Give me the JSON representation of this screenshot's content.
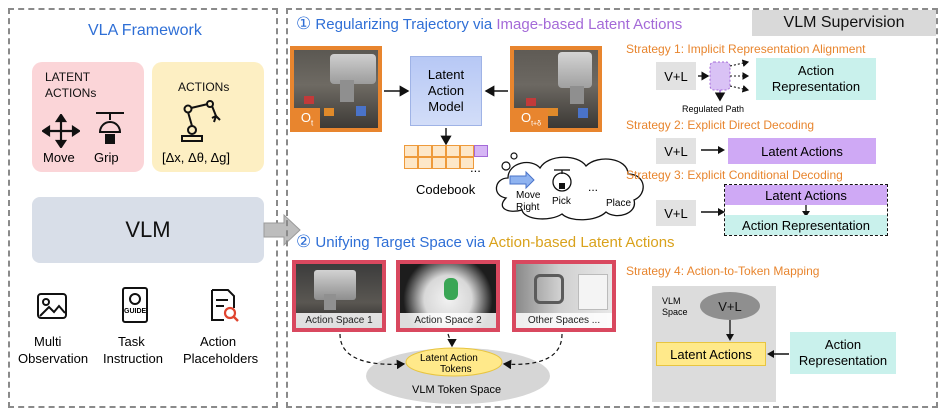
{
  "left_panel": {
    "title": "VLA Framework",
    "latent_actions": {
      "title_line1": "LATENT",
      "title_line2": "ACTIONs",
      "move_label": "Move",
      "grip_label": "Grip"
    },
    "actions": {
      "title": "ACTIONs",
      "formula": "[Δx, Δθ, Δg]"
    },
    "vlm_label": "VLM",
    "inputs": [
      {
        "line1": "Multi",
        "line2": "Observation",
        "icon": "image-icon"
      },
      {
        "line1": "Task",
        "line2": "Instruction",
        "icon": "guide-book-icon",
        "icon_text": "GUIDE"
      },
      {
        "line1": "Action",
        "line2": "Placeholders",
        "icon": "search-document-icon"
      }
    ]
  },
  "section1": {
    "number": "①",
    "title_plain": "Regularizing Trajectory via ",
    "title_highlight": "Image-based Latent Actions",
    "obs_t": "O",
    "obs_t_sub": "t",
    "obs_td": "O",
    "obs_td_sub": "t+δ",
    "lam_lines": [
      "Latent",
      "Action",
      "Model"
    ],
    "codebook_label": "Codebook",
    "codebook_ellipsis": "...",
    "cloud": {
      "move_right_line1": "Move",
      "move_right_line2": "Right",
      "pick": "Pick",
      "ellipsis": "...",
      "place": "Place"
    }
  },
  "section2": {
    "number": "②",
    "title_plain": "Unifying Target Space via ",
    "title_highlight": "Action-based Latent Actions",
    "spaces": [
      "Action Space 1",
      "Action Space 2",
      "Other Spaces ..."
    ],
    "tokens_line1": "Latent Action",
    "tokens_line2": "Tokens",
    "token_space": "VLM Token Space"
  },
  "right_panel": {
    "header": "VLM Supervision",
    "strategy1": {
      "title": "Strategy 1: Implicit Representation Alignment",
      "vl": "V+L",
      "regulated_path": "Regulated Path",
      "rep_line1": "Action",
      "rep_line2": "Representation"
    },
    "strategy2": {
      "title": "Strategy 2: Explicit Direct Decoding",
      "vl": "V+L",
      "latent": "Latent Actions"
    },
    "strategy3": {
      "title": "Strategy 3: Explicit Conditional Decoding",
      "vl": "V+L",
      "latent": "Latent Actions",
      "rep": "Action Representation"
    },
    "strategy4": {
      "title": "Strategy 4: Action-to-Token Mapping",
      "space_line1": "VLM",
      "space_line2": "Space",
      "vl": "V+L",
      "latent": "Latent Actions",
      "rep_line1": "Action",
      "rep_line2": "Representation"
    }
  },
  "colors": {
    "orange": "#e8852e",
    "purple": "#a46ad8",
    "gold": "#d9a21c",
    "blue_title": "#2f6fd6",
    "latent_pink": "#fbd5d8",
    "actions_yellow": "#fdefc3",
    "vlm_gray": "#d8dee8",
    "rep_teal": "#c9f1ec",
    "latent_purple": "#cfa9f5",
    "token_yellow": "#ffe98a"
  }
}
